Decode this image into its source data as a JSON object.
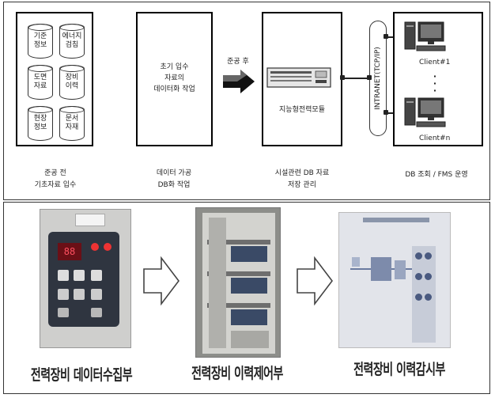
{
  "top": {
    "cylinders": [
      {
        "label": "기준\n정보"
      },
      {
        "label": "에너지\n검침"
      },
      {
        "label": "도면\n자료"
      },
      {
        "label": "장비\n이력"
      },
      {
        "label": "현장\n정보"
      },
      {
        "label": "문서\n자재"
      }
    ],
    "panel2_text": "초기 입수\n자료의\n데이터화 작업",
    "arrow_label": "준공 후",
    "module_label": "지능형전력모듈",
    "network_label": "INTRANET(TCP/IP)",
    "client1_label": "Client#1",
    "clientn_label": "Client#n",
    "ellipsis": "·\n·\n·",
    "captions": [
      {
        "line1": "준공 전",
        "line2": "기초자료 입수"
      },
      {
        "line1": "데이터 가공",
        "line2": "DB화 작업"
      },
      {
        "line1": "시설관련 DB 자료",
        "line2": "저장 관리"
      },
      {
        "line1": "DB 조회 / FMS 운영",
        "line2": ""
      }
    ]
  },
  "bottom": {
    "captions": [
      "전력장비 데이터수집부",
      "전력장비 이력제어부",
      "전력장비 이력감시부"
    ],
    "device_display": "88"
  }
}
